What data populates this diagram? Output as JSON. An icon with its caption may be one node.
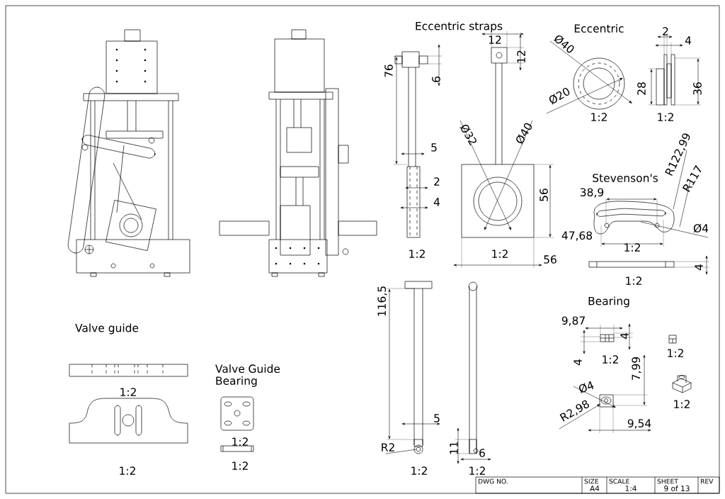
{
  "diagram": {
    "labels": [
      "Eccentric straps",
      "Eccentric",
      "12",
      "2",
      "4",
      "Ø40",
      "76",
      "6",
      "12",
      "Ø20",
      "28",
      "36",
      "1:2",
      "1:2",
      "Ø32",
      "Ø40",
      "5",
      "R122,99",
      "R117",
      "Stevenson's",
      "2",
      "56",
      "38,9",
      "4",
      "Ø4",
      "47,68",
      "1:2",
      "1:2",
      "1:2",
      "56",
      "4",
      "1:2",
      "116,5",
      "Bearing",
      "9,87",
      "4",
      "Valve guide",
      "Valve Guide Bearing",
      "4",
      "1:2",
      "1:2",
      "7,99",
      "1:2",
      "Ø4",
      "R2,98",
      "1:2",
      "9,54",
      "5",
      "1:2",
      "11",
      "6",
      "R2",
      "1:2",
      "1:2",
      "1:2",
      "1:2",
      "DWG NO.",
      "SIZE",
      "A4",
      "SCALE",
      "1:4",
      "SHEET",
      "9 of 13",
      "REV"
    ]
  }
}
